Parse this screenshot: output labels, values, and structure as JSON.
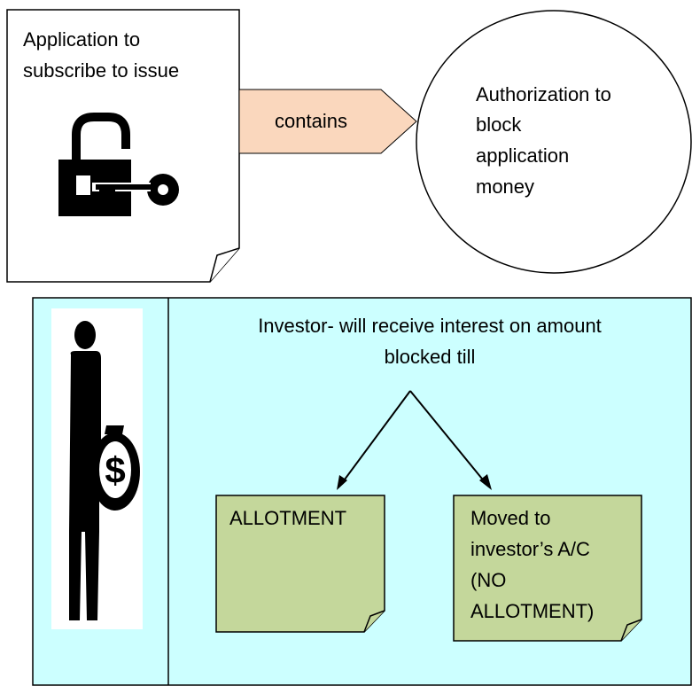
{
  "top_section": {
    "document_label_line1": "Application to",
    "document_label_line2": "subscribe to issue",
    "document_icon": "padlock-with-key-icon",
    "arrow_label": "contains",
    "circle_label_line1": "Authorization to",
    "circle_label_line2": "block",
    "circle_label_line3": "application",
    "circle_label_line4": "money"
  },
  "bottom_section": {
    "investor_icon": "investor-with-money-bag-icon",
    "header_line1": "Investor- will receive interest on amount",
    "header_line2": "blocked  till",
    "left_note_label": "ALLOTMENT",
    "right_note_line1": "Moved to",
    "right_note_line2": "investor’s A/C",
    "right_note_line3": "(NO",
    "right_note_line4": "ALLOTMENT)"
  },
  "colors": {
    "arrow_fill": "#fad7bd",
    "panel_fill": "#ccffff",
    "note_fill": "#c4d79b",
    "stroke": "#000000"
  }
}
